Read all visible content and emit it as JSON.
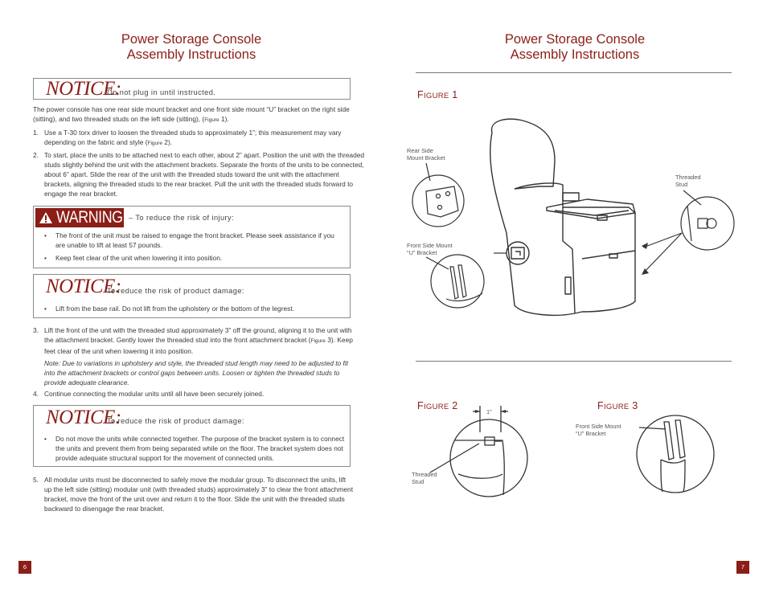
{
  "left": {
    "title_line1": "Power Storage Console",
    "title_line2": "Assembly Instructions",
    "notice1": {
      "word": "NOTICE:",
      "text": "Do not plug in until instructed."
    },
    "intro": {
      "a": "The power console has one rear side mount bracket and one front side mount “U” bracket on the right side (sitting), and two threaded studs on the left side (sitting), (",
      "fig": "Figure",
      "b": " 1)."
    },
    "step1": {
      "num": "1.",
      "a": "Use a T-30 torx driver to loosen the threaded studs to approximately 1”; this measurement may vary depending on the fabric and style (",
      "fig": "Figure",
      "b": " 2)."
    },
    "step2": {
      "num": "2.",
      "text": "To start, place the units to be attached next to each other, about 2” apart. Position the unit with the threaded studs slightly behind the unit with the attachment brackets. Separate the fronts of the units to be connected, about 6” apart.  Slide the rear of the unit with the threaded studs toward the unit with the attachment brackets, aligning the threaded studs to the rear bracket. Pull the unit with the threaded studs forward to engage the rear bracket."
    },
    "warning": {
      "word": "WARNING",
      "text": "– To reduce the risk of injury:",
      "bullet1": "The front of the unit must be raised to engage the front bracket. Please seek assistance if you are unable to lift at least 57 pounds.",
      "bullet2": "Keep feet clear of the unit when lowering it into position."
    },
    "notice2": {
      "word": "NOTICE:",
      "text": "To reduce the risk of product damage:",
      "bullet": "Lift from the base rail. Do not lift from the upholstery or the bottom of the legrest."
    },
    "step3": {
      "num": "3.",
      "a": "Lift the front of the unit with the threaded stud approximately 3” off the ground, aligning it to the unit with the attachment bracket. Gently lower the threaded stud into the front attachment bracket (",
      "fig": "Figure",
      "b": " 3).  Keep feet clear of the unit when lowering it into position.",
      "note": "Note: Due to variations in upholstery and style, the threaded stud length may need to be adjusted to fit into the attachment brackets or control gaps between units. Loosen or tighten the threaded studs to provide adequate clearance."
    },
    "step4": {
      "num": "4.",
      "text": "Continue connecting the modular units until all have been securely joined."
    },
    "notice3": {
      "word": "NOTICE:",
      "text": "To reduce the risk of product damage:",
      "bullet": "Do not move the units while connected together. The purpose of the bracket system is to connect the units and prevent them from being separated while on the floor. The bracket system does not provide adequate structural support for the movement of connected units."
    },
    "step5": {
      "num": "5.",
      "text": "All modular units must be disconnected to safely move the modular group. To disconnect the units, lift up the left side (sitting) modular unit (with threaded studs) approximately 3” to clear the front attachment bracket, move the front of the unit over and return it to the floor. Slide the unit with the threaded studs backward to disengage the rear bracket."
    },
    "page": "6"
  },
  "right": {
    "title_line1": "Power Storage Console",
    "title_line2": "Assembly Instructions",
    "fig1": {
      "f": "F",
      "rest": "IGURE",
      "n": " 1"
    },
    "fig2": {
      "f": "F",
      "rest": "IGURE",
      "n": " 2"
    },
    "fig3": {
      "f": "F",
      "rest": "IGURE",
      "n": " 3"
    },
    "callouts": {
      "rear1": "Rear Side",
      "rear2": "Mount Bracket",
      "front1": "Front Side Mount",
      "front2": "“U” Bracket",
      "stud1": "Threaded",
      "stud2": "Stud",
      "fig2_dim": "1”",
      "fig2_stud1": "Threaded",
      "fig2_stud2": "Stud",
      "fig3_front1": "Front Side Mount",
      "fig3_front2": "“U” Bracket"
    },
    "page": "7"
  },
  "colors": {
    "accent": "#8b1e17",
    "text": "#3a3a3a",
    "rule": "#777777"
  }
}
